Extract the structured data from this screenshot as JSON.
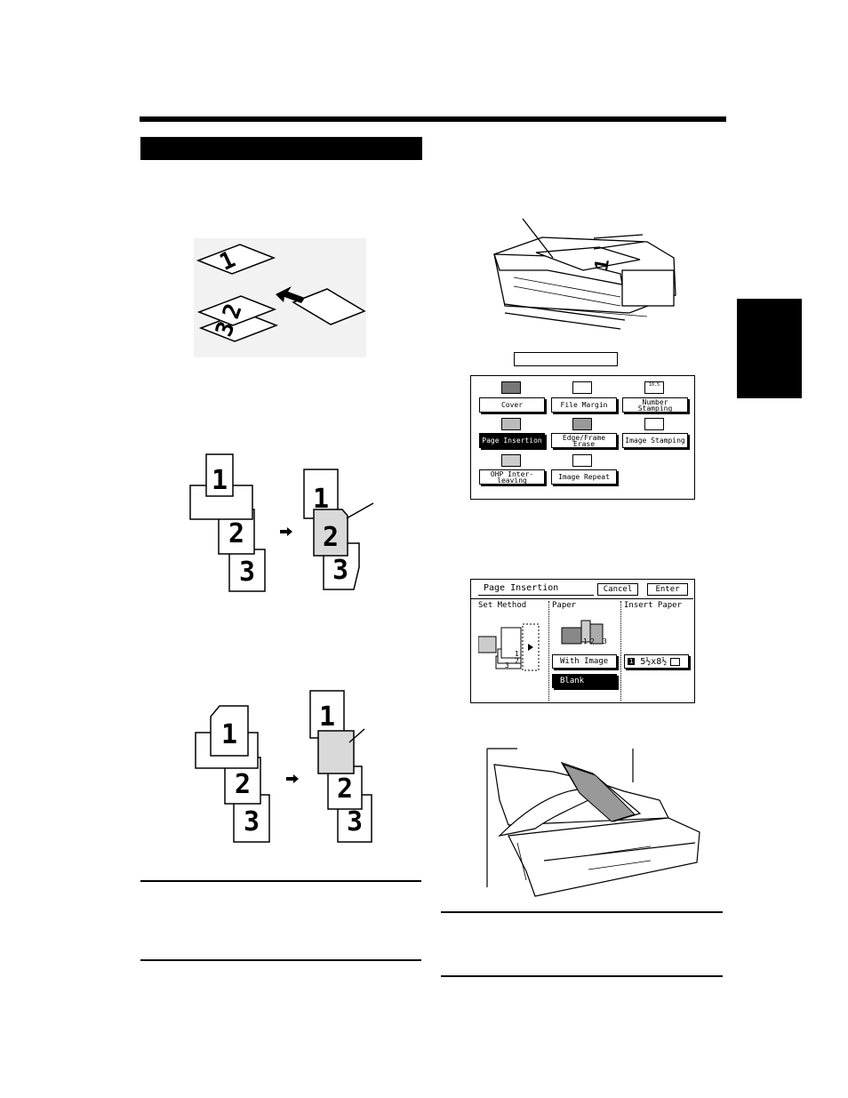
{
  "diagrams": {
    "page_numbers_top": [
      "1",
      "2",
      "3"
    ],
    "insertion_with_image": {
      "before": [
        "1",
        "2",
        "3"
      ],
      "after": [
        "1",
        "2",
        "3"
      ]
    },
    "insertion_blank": {
      "before": [
        "1",
        "2",
        "3"
      ],
      "after": [
        "1",
        "2",
        "3"
      ]
    }
  },
  "function_panel": {
    "buttons": [
      {
        "label": "Cover",
        "icon": "cover-icon",
        "selected": false
      },
      {
        "label": "File Margin",
        "icon": "file-margin-icon",
        "selected": false
      },
      {
        "label": "Number Stamping",
        "icon": "number-stamping-icon",
        "selected": false
      },
      {
        "label": "Page Insertion",
        "icon": "page-insertion-icon",
        "selected": true
      },
      {
        "label": "Edge/Frame Erase",
        "icon": "edge-frame-erase-icon",
        "selected": false
      },
      {
        "label": "Image Stamping",
        "icon": "image-stamping-icon",
        "selected": false
      },
      {
        "label": "OHP Inter-leaving",
        "icon": "ohp-interleaving-icon",
        "selected": false
      },
      {
        "label": "Image Repeat",
        "icon": "image-repeat-icon",
        "selected": false
      }
    ],
    "number_icon_text": "10.5"
  },
  "page_insertion_screen": {
    "title": "Page Insertion",
    "cancel": "Cancel",
    "enter": "Enter",
    "set_method": "Set Method",
    "paper": "Paper",
    "insert_paper": "Insert Paper",
    "with_image": "With Image",
    "blank": "Blank",
    "paper_size": "5½x8½",
    "tray_number": "1",
    "stack_numbers": [
      "1",
      "2",
      "3"
    ]
  }
}
